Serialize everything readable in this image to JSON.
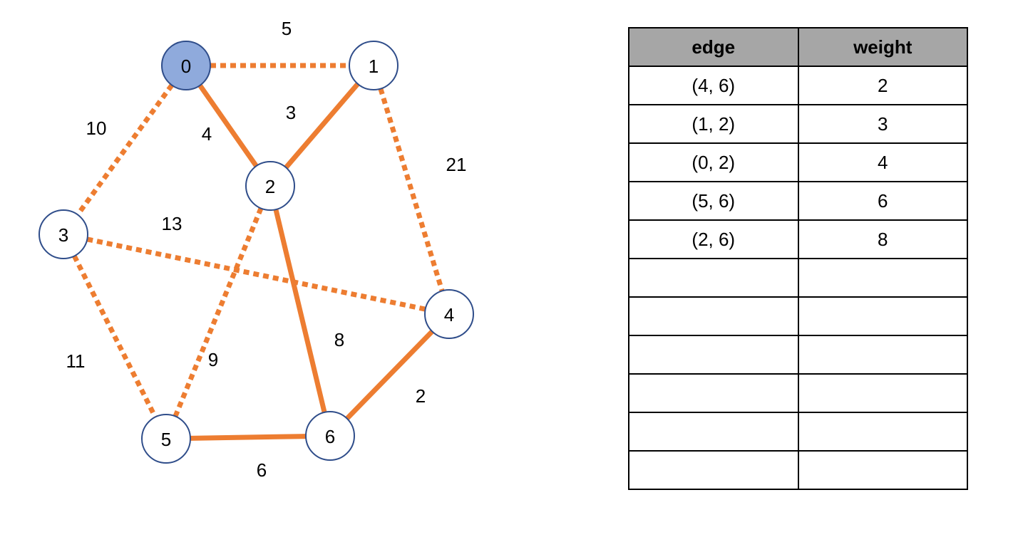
{
  "graph": {
    "colors": {
      "edge": "#ED7D31",
      "node_fill": "#ffffff",
      "node_start_fill": "#8FAADC",
      "node_stroke": "#2F4D8A",
      "text": "#000000"
    },
    "start_node": "0",
    "nodes": [
      "0",
      "1",
      "2",
      "3",
      "4",
      "5",
      "6"
    ],
    "edges": [
      {
        "from": "0",
        "to": "1",
        "weight": "5",
        "style": "dotted"
      },
      {
        "from": "0",
        "to": "2",
        "weight": "4",
        "style": "solid"
      },
      {
        "from": "0",
        "to": "3",
        "weight": "10",
        "style": "dotted"
      },
      {
        "from": "1",
        "to": "2",
        "weight": "3",
        "style": "solid"
      },
      {
        "from": "1",
        "to": "4",
        "weight": "21",
        "style": "dotted"
      },
      {
        "from": "2",
        "to": "5",
        "weight": "9",
        "style": "dotted"
      },
      {
        "from": "2",
        "to": "6",
        "weight": "8",
        "style": "solid"
      },
      {
        "from": "3",
        "to": "4",
        "weight": "13",
        "style": "dotted"
      },
      {
        "from": "3",
        "to": "5",
        "weight": "11",
        "style": "dotted"
      },
      {
        "from": "4",
        "to": "6",
        "weight": "2",
        "style": "solid"
      },
      {
        "from": "5",
        "to": "6",
        "weight": "6",
        "style": "solid"
      }
    ]
  },
  "table": {
    "headers": {
      "edge": "edge",
      "weight": "weight"
    },
    "header_bg": "#A6A6A6",
    "rows": [
      {
        "edge": "(4, 6)",
        "weight": "2"
      },
      {
        "edge": "(1, 2)",
        "weight": "3"
      },
      {
        "edge": "(0, 2)",
        "weight": "4"
      },
      {
        "edge": "(5, 6)",
        "weight": "6"
      },
      {
        "edge": "(2, 6)",
        "weight": "8"
      },
      {
        "edge": "",
        "weight": ""
      },
      {
        "edge": "",
        "weight": ""
      },
      {
        "edge": "",
        "weight": ""
      },
      {
        "edge": "",
        "weight": ""
      },
      {
        "edge": "",
        "weight": ""
      },
      {
        "edge": "",
        "weight": ""
      }
    ]
  }
}
